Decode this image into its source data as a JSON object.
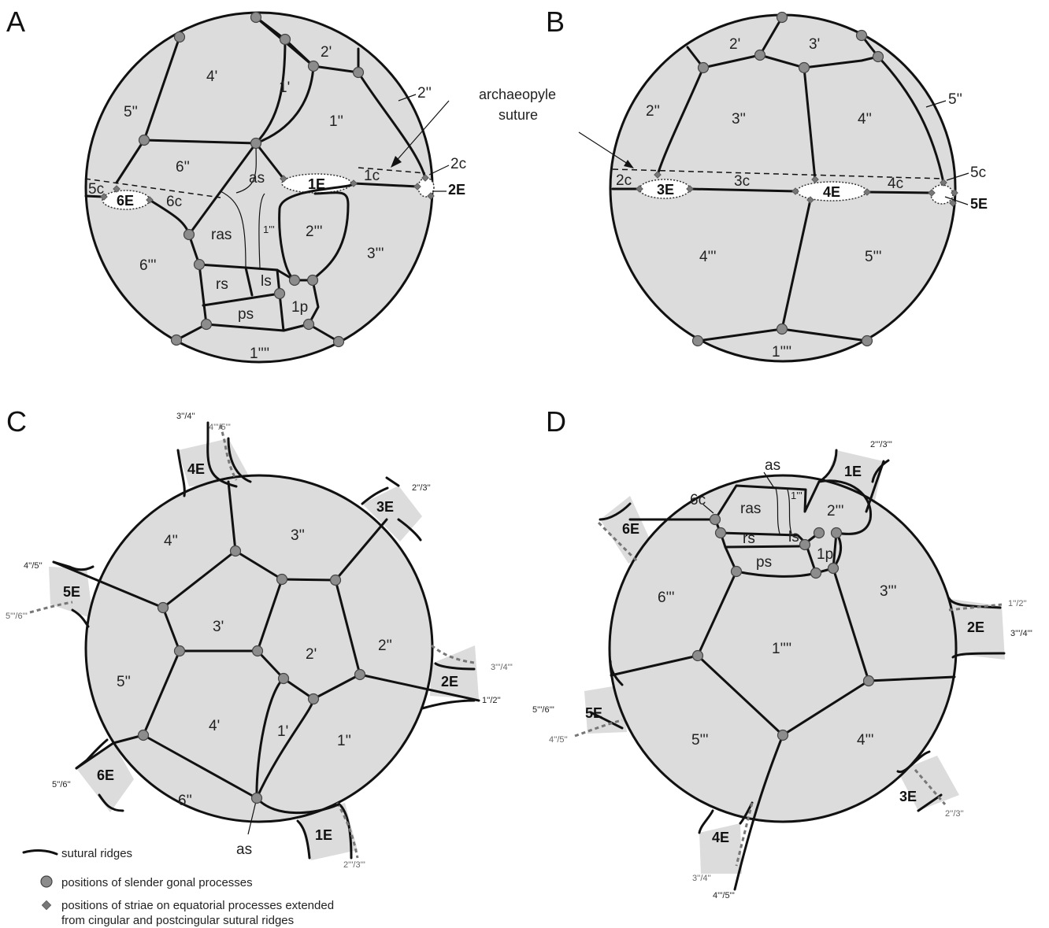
{
  "panels": {
    "A": {
      "letter": "A",
      "plates": {
        "p4p": "4'",
        "p1p": "1'",
        "p2p": "2'",
        "p5pp": "5''",
        "p1pp": "1''",
        "p2pp": "2''",
        "p6pp": "6''",
        "as": "as",
        "ras": "ras",
        "rs": "rs",
        "ls": "ls",
        "ps": "ps",
        "p1pn": "1p",
        "p2ppp": "2'''",
        "p3ppp": "3'''",
        "p6ppp": "6'''",
        "p1pppp": "1''''",
        "p1ppp_small": "1'''"
      },
      "cingulars": {
        "c1": "1c",
        "c2": "2c",
        "c5": "5c",
        "c6": "6c"
      },
      "equatorial": {
        "e1": "1E",
        "e2": "2E",
        "e6": "6E"
      },
      "archaeopyle": "archaeopyle\nsuture"
    },
    "B": {
      "letter": "B",
      "plates": {
        "p2p": "2'",
        "p3p": "3'",
        "p2pp": "2''",
        "p3pp": "3''",
        "p4pp": "4''",
        "p5pp": "5''",
        "p4ppp": "4'''",
        "p5ppp": "5'''",
        "p1pppp": "1''''"
      },
      "cingulars": {
        "c2": "2c",
        "c3": "3c",
        "c4": "4c",
        "c5": "5c"
      },
      "equatorial": {
        "e3": "3E",
        "e4": "4E",
        "e5": "5E"
      }
    },
    "C": {
      "letter": "C",
      "plates": {
        "p3p": "3'",
        "p2p": "2'",
        "p4p": "4'",
        "p1p": "1'",
        "p3pp": "3''",
        "p4pp": "4''",
        "p5pp": "5''",
        "p2pp": "2''",
        "p1pp": "1''",
        "p6pp": "6''",
        "as": "as"
      },
      "processes": {
        "e4": "4E",
        "e3": "3E",
        "e5": "5E",
        "e2": "2E",
        "e6": "6E",
        "e1": "1E"
      },
      "sutures": {
        "s34": "3''/4''",
        "s45ppp": "4'''/5'''",
        "s23pp": "2''/3''",
        "s45": "4''/5''",
        "s56ppp": "5'''/6'''",
        "s34ppp": "3'''/4'''",
        "s12": "1''/2''",
        "s56": "5''/6''",
        "s23ppp": "2'''/3'''"
      }
    },
    "D": {
      "letter": "D",
      "plates": {
        "as": "as",
        "c6": "6c",
        "ras": "ras",
        "p1ppp_small": "1'''",
        "p2ppp": "2'''",
        "rs": "rs",
        "ls": "ls",
        "ps": "ps",
        "p1pn": "1p",
        "p6ppp": "6'''",
        "p3ppp": "3'''",
        "p1pppp": "1''''",
        "p5ppp": "5'''",
        "p4ppp": "4'''"
      },
      "processes": {
        "e1": "1E",
        "e6": "6E",
        "e2": "2E",
        "e5": "5E",
        "e3": "3E",
        "e4": "4E"
      },
      "sutures": {
        "s23ppp": "2'''/3'''",
        "s12": "1''/2''",
        "s34ppp": "3'''/4'''",
        "s56ppp": "5'''/6'''",
        "s45": "4''/5''",
        "s23pp": "2''/3''",
        "s34": "3''/4''",
        "s45ppp": "4'''/5'''"
      }
    }
  },
  "legend": {
    "ridges": "sutural ridges",
    "gonal": "positions of slender gonal processes",
    "striae_line1": "positions of striae on equatorial processes extended",
    "striae_line2": "from cingular and postcingular sutural ridges"
  }
}
